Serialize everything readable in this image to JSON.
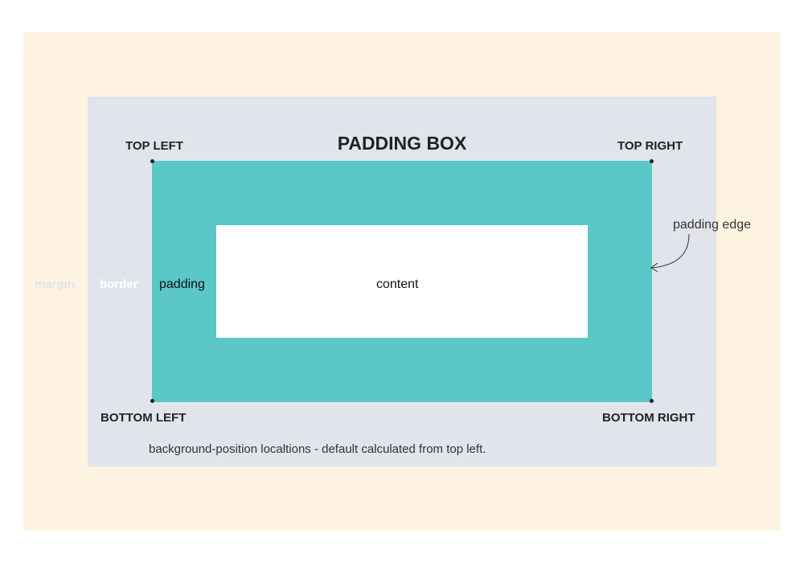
{
  "title": "PADDING BOX",
  "corners": {
    "top_left": "TOP LEFT",
    "top_right": "TOP RIGHT",
    "bottom_left": "BOTTOM LEFT",
    "bottom_right": "BOTTOM RIGHT"
  },
  "areas": {
    "margin": "margin",
    "border": "border",
    "padding": "padding",
    "content": "content"
  },
  "annotation": "padding edge",
  "caption": "background-position localtions - default calculated from top left.",
  "colors": {
    "margin": "#fef2e1",
    "border": "#e1e4eb",
    "padding": "#5bc7c7",
    "content": "#ffffff"
  }
}
